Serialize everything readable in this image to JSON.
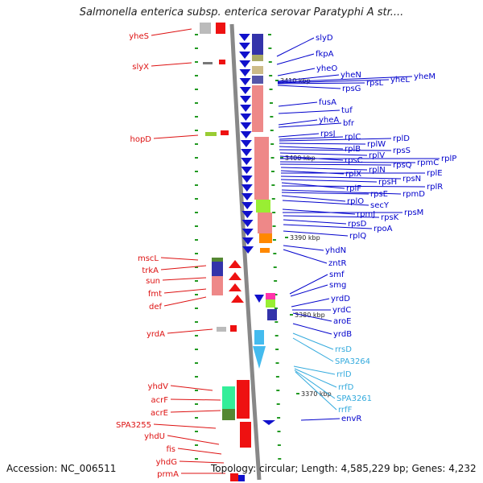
{
  "title": "Salmonella enterica subsp. enterica serovar Paratyphi A str....",
  "footer": {
    "accession": "Accession: NC_006511",
    "topology": "Topology: circular; Length: 4,585,229 bp; Genes: 4,232"
  },
  "colors": {
    "backbone": "#888888",
    "left_label": "#dd1111",
    "right_label": "#0000cc",
    "rna_label": "#33aadd",
    "forward_strand": "#ee1111",
    "reverse_strand": "#1111cc",
    "rna_strand": "#44bbee",
    "tick": "#229922"
  },
  "scale_labels": [
    "3410 kbp",
    "3400 kbp",
    "3390 kbp",
    "3380 kbp",
    "3370 kbp"
  ],
  "left_genes": [
    "yheS",
    "slyX",
    "hopD",
    "mscL",
    "trkA",
    "sun",
    "fmt",
    "def",
    "yrdA",
    "yhdV",
    "acrF",
    "acrE",
    "SPA3255",
    "yhdU",
    "fis",
    "yhdG",
    "prmA"
  ],
  "right_genes": [
    "slyD",
    "fkpA",
    "yheO",
    "yheN",
    "yheM",
    "yheL",
    "rpsL",
    "rpsG",
    "fusA",
    "tuf",
    "yheA",
    "bfr",
    "rpsJ",
    "rplC",
    "rplD",
    "rplW",
    "rplB",
    "rpsS",
    "rplV",
    "rpsC",
    "rplP",
    "rpmC",
    "rpsQ",
    "rplN",
    "rplX",
    "rplE",
    "rpsN",
    "rpsH",
    "rplF",
    "rplR",
    "rpmD",
    "rpsE",
    "rplO",
    "secY",
    "rpmJ",
    "rpsM",
    "rpsK",
    "rpsD",
    "rpoA",
    "rplQ",
    "yhdN",
    "zntR",
    "smf",
    "smg",
    "yrdD",
    "yrdC",
    "aroE",
    "yrdB",
    "envR"
  ],
  "rna_genes": [
    "rrsD",
    "SPA3264",
    "rrlD",
    "rrfD",
    "SPA3261",
    "rrfF"
  ]
}
